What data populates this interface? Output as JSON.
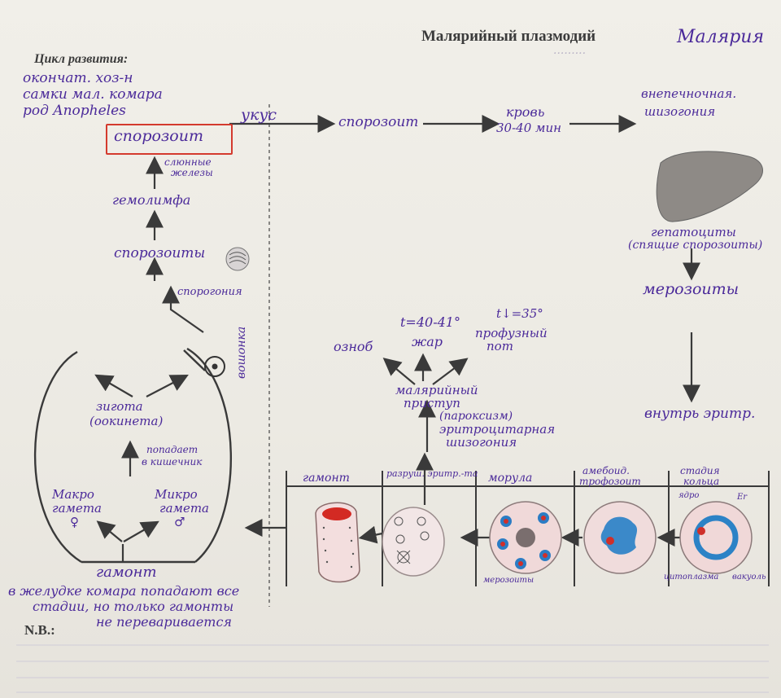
{
  "header": {
    "title": "Малярийный плазмодий",
    "title_handwritten": "Малярия",
    "cycle_label": "Цикл развития:",
    "nb_label": "N.B.:"
  },
  "left_cycle": {
    "top_note": [
      "окончат. хоз-н",
      "самки мал. комара",
      "род Anopheles"
    ],
    "sporozoites_box": "спорозоит",
    "salivary_glands": [
      "слюнные",
      "железы"
    ],
    "intestine_wall": "гемолимфа",
    "sporozoites_2": "спорозоиты",
    "sporogony": "спорогония",
    "zygote": [
      "зигота",
      "(оокинета)"
    ],
    "penetration": [
      "попадает",
      "в кишечник"
    ],
    "macrogamete": [
      "Макро",
      "гамета",
      "♀"
    ],
    "microgamete": [
      "Микро",
      "гамета",
      "♂"
    ],
    "gamont": "гамонт",
    "vertical_label": "вошонка",
    "bottom_note": [
      "в желудке комара попадают все",
      "стадии, но только гамонты",
      "не переваривается"
    ]
  },
  "right_cycle": {
    "bite": "укус",
    "sporozoite": "спорозоит",
    "blood": [
      "кровь",
      "30-40 мин"
    ],
    "liver_stage": [
      "внепечночная.",
      "шизогония"
    ],
    "hepatocytes": [
      "гепатоциты",
      "(спящие спорозоиты)"
    ],
    "merozoites": "мерозоиты",
    "into_rbc": "внутрь эритр."
  },
  "symptoms": {
    "chills": "озноб",
    "temp_high": "t=40-41°",
    "fever": "жар",
    "temp_low": "t↓=35°",
    "sweat": [
      "профузный",
      "пот"
    ],
    "attack": [
      "малярийный",
      "приступ",
      "(пароксизм)"
    ],
    "erythrocytic": [
      "эритроцитарная",
      "шизогония"
    ]
  },
  "stages": {
    "gamont": "гамонт",
    "rbc_destruction": "разруш. эритр.-та",
    "morula": "морула",
    "amoeboid": [
      "амебоид.",
      "трофозоит"
    ],
    "ring": [
      "стадия",
      "кольца"
    ],
    "labels": [
      "ядро",
      "Er",
      "цитоплазма",
      "вакуоль",
      "мерозоиты"
    ]
  },
  "colors": {
    "ink": "#4b2a9a",
    "red_ink": "#c8251f",
    "print": "#3b3b3b",
    "arrow": "#3a3a3a"
  }
}
